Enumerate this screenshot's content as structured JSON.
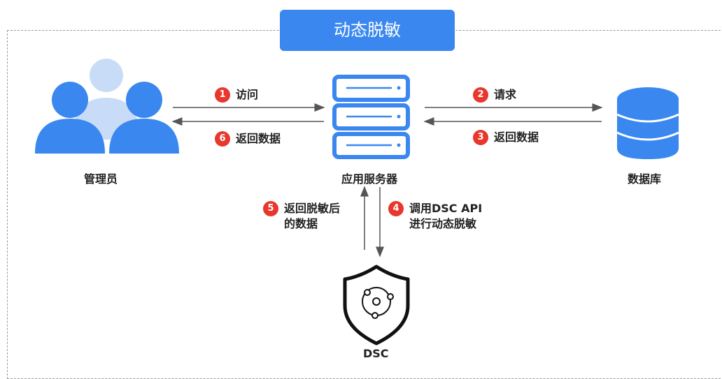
{
  "title": "动态脱敏",
  "nodes": {
    "admin": "管理员",
    "server": "应用服务器",
    "database": "数据库",
    "dsc": "DSC"
  },
  "steps": [
    {
      "num": "1",
      "lines": [
        "访问"
      ]
    },
    {
      "num": "2",
      "lines": [
        "请求"
      ]
    },
    {
      "num": "3",
      "lines": [
        "返回数据"
      ]
    },
    {
      "num": "4",
      "lines": [
        "调用DSC API",
        "进行动态脱敏"
      ]
    },
    {
      "num": "5",
      "lines": [
        "返回脱敏后",
        "的数据"
      ]
    },
    {
      "num": "6",
      "lines": [
        "返回数据"
      ]
    }
  ],
  "colors": {
    "accent": "#3a87f0",
    "light_accent": "#c9dcf7",
    "badge": "#e8372c",
    "arrow": "#555555"
  }
}
